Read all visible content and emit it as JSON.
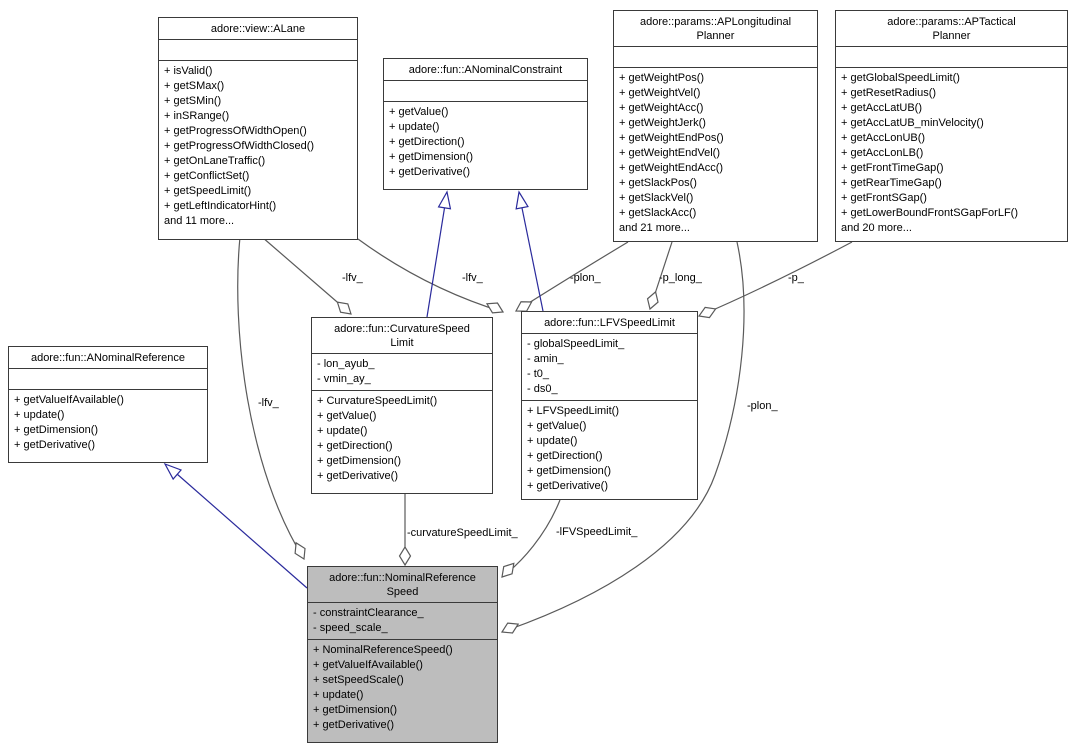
{
  "diagram_title": "adore::fun::NominalReferenceSpeed collaboration diagram",
  "colors": {
    "class_fill": "#ffffff",
    "highlight_fill": "#bdbdbd",
    "border": "#3a3a3a",
    "member_edge": "#5a5a5a",
    "inheritance_edge": "#2a2a9c",
    "text": "#000000"
  },
  "classes": [
    {
      "name": "ALane",
      "title": "adore::view::ALane",
      "attributes": [],
      "methods": [
        "+ isValid()",
        "+ getSMax()",
        "+ getSMin()",
        "+ inSRange()",
        "+ getProgressOfWidthOpen()",
        "+ getProgressOfWidthClosed()",
        "+ getOnLaneTraffic()",
        "+ getConflictSet()",
        "+ getSpeedLimit()",
        "+ getLeftIndicatorHint()",
        "and 11 more..."
      ]
    },
    {
      "name": "ANominalConstraint",
      "title": "adore::fun::ANominalConstraint",
      "attributes": [],
      "methods": [
        "+ getValue()",
        "+ update()",
        "+ getDirection()",
        "+ getDimension()",
        "+ getDerivative()"
      ]
    },
    {
      "name": "APLongitudinalPlanner",
      "title": "adore::params::APLongitudinal\nPlanner",
      "attributes": [],
      "methods": [
        "+ getWeightPos()",
        "+ getWeightVel()",
        "+ getWeightAcc()",
        "+ getWeightJerk()",
        "+ getWeightEndPos()",
        "+ getWeightEndVel()",
        "+ getWeightEndAcc()",
        "+ getSlackPos()",
        "+ getSlackVel()",
        "+ getSlackAcc()",
        "and 21 more..."
      ]
    },
    {
      "name": "APTacticalPlanner",
      "title": "adore::params::APTactical\nPlanner",
      "attributes": [],
      "methods": [
        "+ getGlobalSpeedLimit()",
        "+ getResetRadius()",
        "+ getAccLatUB()",
        "+ getAccLatUB_minVelocity()",
        "+ getAccLonUB()",
        "+ getAccLonLB()",
        "+ getFrontTimeGap()",
        "+ getRearTimeGap()",
        "+ getFrontSGap()",
        "+ getLowerBoundFrontSGapForLF()",
        "and 20 more..."
      ]
    },
    {
      "name": "ANominalReference",
      "title": "adore::fun::ANominalReference",
      "attributes": [],
      "methods": [
        "+ getValueIfAvailable()",
        "+ update()",
        "+ getDimension()",
        "+ getDerivative()"
      ]
    },
    {
      "name": "CurvatureSpeedLimit",
      "title": "adore::fun::CurvatureSpeed\nLimit",
      "attributes": [
        "- lon_ayub_",
        "- vmin_ay_"
      ],
      "methods": [
        "+ CurvatureSpeedLimit()",
        "+ getValue()",
        "+ update()",
        "+ getDirection()",
        "+ getDimension()",
        "+ getDerivative()"
      ]
    },
    {
      "name": "LFVSpeedLimit",
      "title": "adore::fun::LFVSpeedLimit",
      "attributes": [
        "- globalSpeedLimit_",
        "- amin_",
        "- t0_",
        "- ds0_"
      ],
      "methods": [
        "+ LFVSpeedLimit()",
        "+ getValue()",
        "+ update()",
        "+ getDirection()",
        "+ getDimension()",
        "+ getDerivative()"
      ]
    },
    {
      "name": "NominalReferenceSpeed",
      "title": "adore::fun::NominalReference\nSpeed",
      "attributes": [
        "- constraintClearance_",
        "- speed_scale_"
      ],
      "methods": [
        "+ NominalReferenceSpeed()",
        "+ getValueIfAvailable()",
        "+ setSpeedScale()",
        "+ update()",
        "+ getDimension()",
        "+ getDerivative()"
      ]
    }
  ],
  "edges": {
    "aggregations": [
      {
        "label": "-lfv_",
        "owner": "adore::fun::CurvatureSpeedLimit",
        "target": "adore::view::ALane"
      },
      {
        "label": "-lfv_",
        "owner": "adore::fun::LFVSpeedLimit",
        "target": "adore::view::ALane"
      },
      {
        "label": "-plon_",
        "owner": "adore::fun::CurvatureSpeedLimit",
        "target": "adore::params::APLongitudinalPlanner"
      },
      {
        "label": "-p_long_",
        "owner": "adore::fun::LFVSpeedLimit",
        "target": "adore::params::APLongitudinalPlanner"
      },
      {
        "label": "-p_",
        "owner": "adore::fun::LFVSpeedLimit",
        "target": "adore::params::APTacticalPlanner"
      },
      {
        "label": "-lfv_",
        "owner": "adore::fun::NominalReferenceSpeed",
        "target": "adore::view::ALane"
      },
      {
        "label": "-plon_",
        "owner": "adore::fun::NominalReferenceSpeed",
        "target": "adore::params::APLongitudinalPlanner"
      },
      {
        "label": "-curvatureSpeedLimit_",
        "owner": "adore::fun::NominalReferenceSpeed",
        "target": "adore::fun::CurvatureSpeedLimit"
      },
      {
        "label": "-lFVSpeedLimit_",
        "owner": "adore::fun::NominalReferenceSpeed",
        "target": "adore::fun::LFVSpeedLimit"
      }
    ],
    "inheritance": [
      {
        "derived": "adore::fun::CurvatureSpeedLimit",
        "base": "adore::fun::ANominalConstraint"
      },
      {
        "derived": "adore::fun::LFVSpeedLimit",
        "base": "adore::fun::ANominalConstraint"
      },
      {
        "derived": "adore::fun::NominalReferenceSpeed",
        "base": "adore::fun::ANominalReference"
      }
    ]
  }
}
